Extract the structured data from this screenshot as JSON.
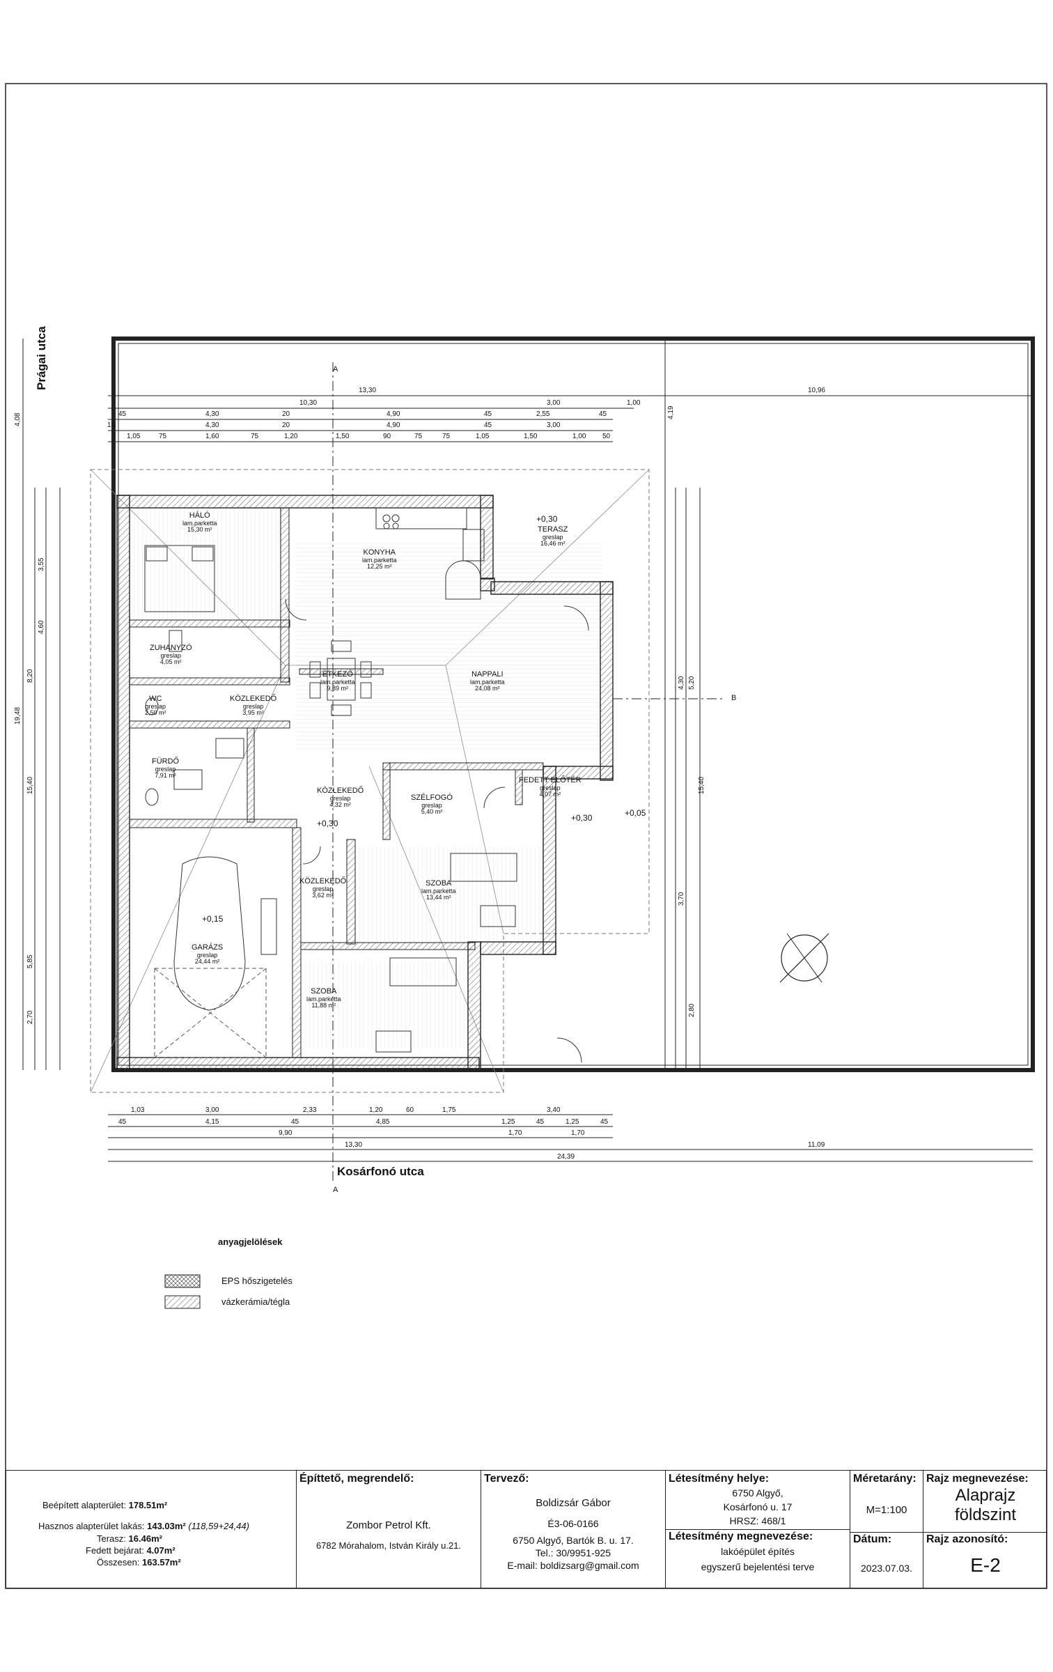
{
  "streets": {
    "top": "Prágai utca",
    "bottom": "Kosárfonó utca"
  },
  "rooms": [
    {
      "name": "HÁLÓ",
      "floor": "lam.parketta",
      "area": "15,30 m²"
    },
    {
      "name": "KONYHA",
      "floor": "lam.parketta",
      "area": "12,25 m²"
    },
    {
      "name": "TERASZ",
      "floor": "greslap",
      "area": "16,46 m²"
    },
    {
      "name": "ZUHANYZÓ",
      "floor": "greslap",
      "area": "4,05 m²"
    },
    {
      "name": "ÉTKEZŐ",
      "floor": "lam.parketta",
      "area": "9,89 m²"
    },
    {
      "name": "NAPPALI",
      "floor": "lam.parketta",
      "area": "24,08 m²"
    },
    {
      "name": "WC",
      "floor": "greslap",
      "area": "2,50 m²"
    },
    {
      "name": "KÖZLEKEDŐ",
      "floor": "greslap",
      "area": "3,95 m²"
    },
    {
      "name": "FÜRDŐ",
      "floor": "greslap",
      "area": "7,91 m²"
    },
    {
      "name": "KÖZLEKEDŐ",
      "floor": "greslap",
      "area": "4,32 m²"
    },
    {
      "name": "SZÉLFOGÓ",
      "floor": "greslap",
      "area": "5,40 m²"
    },
    {
      "name": "FEDETT ELŐTÉR",
      "floor": "greslap",
      "area": "4,07 m²"
    },
    {
      "name": "KÖZLEKEDŐ",
      "floor": "greslap",
      "area": "3,62 m²"
    },
    {
      "name": "SZOBA",
      "floor": "lam.parketta",
      "area": "13,44 m²"
    },
    {
      "name": "GARÁZS",
      "floor": "greslap",
      "area": "24,44 m²"
    },
    {
      "name": "SZOBA",
      "floor": "lam.parketta",
      "area": "11,88 m²"
    }
  ],
  "levels": [
    "+0,30",
    "+0,15",
    "+0,30",
    "+0,30",
    "+0,05"
  ],
  "section_marks": [
    "A",
    "A",
    "B"
  ],
  "dims_top": {
    "row1": [
      "13,30",
      "10,96"
    ],
    "row2": [
      "10,30",
      "3,00",
      "1,00"
    ],
    "row3": [
      "45",
      "4,30",
      "20",
      "4,90",
      "45",
      "2,55",
      "45"
    ],
    "row4": [
      "15",
      "4,30",
      "20",
      "4,90",
      "45",
      "3,00"
    ],
    "row5": [
      "1,05",
      "75",
      "1,60",
      "75",
      "1,20",
      "1,50",
      "90",
      "75",
      "75",
      "1,05",
      "1,50",
      "1,00",
      "50"
    ]
  },
  "dims_bottom": {
    "row1": [
      "1,03",
      "3,00",
      "2,33",
      "1,20",
      "60",
      "1,75",
      "3,40"
    ],
    "row2": [
      "45",
      "4,15",
      "45",
      "4,85",
      "1,25",
      "45",
      "1,25",
      "45"
    ],
    "row3": [
      "9,90",
      "1,70",
      "1,70"
    ],
    "row4": [
      "13,30",
      "11,09"
    ],
    "row5": [
      "24,39"
    ]
  },
  "dims_left": [
    "4,08",
    "19,48",
    "8,20",
    "15,40",
    "5,85",
    "2,70",
    "3,55",
    "4,60"
  ],
  "dims_right": [
    "4,19",
    "15,40",
    "5,20",
    "4,30",
    "3,70",
    "2,80"
  ],
  "legend": {
    "title": "anyagjelölések",
    "items": [
      {
        "label": "EPS hőszigetelés",
        "pattern": "cross"
      },
      {
        "label": "vázkerámia/tégla",
        "pattern": "diag"
      }
    ]
  },
  "title_block": {
    "areas": {
      "built_label": "Beépített alapterület:",
      "built_value": "178.51m²",
      "useful_label": "Hasznos alapterület lakás:",
      "useful_value": "143.03m²",
      "useful_note": "(118,59+24,44)",
      "terrace_label": "Terasz:",
      "terrace_value": "16.46m²",
      "entry_label": "Fedett bejárat:",
      "entry_value": "4.07m²",
      "total_label": "Összesen:",
      "total_value": "163.57m²"
    },
    "client": {
      "header": "Építtető, megrendelő:",
      "name": "Zombor Petrol Kft.",
      "address": "6782 Mórahalom, István Király u.21."
    },
    "designer": {
      "header": "Tervező:",
      "name": "Boldizsár Gábor",
      "code": "É3-06-0166",
      "address": "6750 Algyő, Bartók B. u. 17.",
      "phone": "Tel.: 30/9951-925",
      "email": "E-mail: boldizsarg@gmail.com"
    },
    "location": {
      "header": "Létesítmény helye:",
      "line1": "6750 Algyő,",
      "line2": "Kosárfonó u. 17",
      "line3": "HRSZ: 468/1"
    },
    "facility": {
      "header": "Létesítmény megnevezése:",
      "line1": "lakóépület építés",
      "line2": "egyszerű bejelentési terve"
    },
    "scale": {
      "header": "Méretarány:",
      "value": "M=1:100"
    },
    "date": {
      "header": "Dátum:",
      "value": "2023.07.03."
    },
    "drawing": {
      "header": "Rajz megnevezése:",
      "line1": "Alaprajz",
      "line2": "földszint"
    },
    "drawing_id": {
      "header": "Rajz azonosító:",
      "value": "E-2"
    }
  },
  "colors": {
    "wall": "#222222",
    "line": "#333333",
    "hatch": "#555555"
  }
}
